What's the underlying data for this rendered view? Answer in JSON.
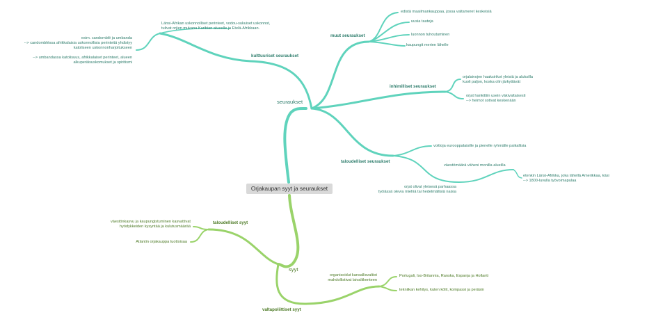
{
  "colors": {
    "teal": "#5fd3bc",
    "green": "#9ad36a",
    "teal_text": "#2e7d6c",
    "green_text": "#4c7a25",
    "central_bg": "#d9d9d9"
  },
  "central": "Orjakaupan syyt ja seuraukset",
  "seuraukset": {
    "label": "seuraukset",
    "kulttuuriset": {
      "label": "kulttuuriset seuraukset",
      "top_note": [
        "Länsi-Afrikan uskonnolliset perinteet, vodou-sukuiset uskonnot,",
        "tulivat orjien mukana Karibian alueelle ja Etelä-Afrikkaan."
      ],
      "mid_note": [
        "esim. candomblé ja umbanda",
        "--> candombléssa afrikkalaisia uskonnollisia perinteitä yhdistyy",
        "katoliseen uskonnonharjoitukseen"
      ],
      "bottom_note": [
        "--> umbandassa katolisuus, afrikkalaiset perinteet, alueen",
        "alkuperäisuskomukset ja spiritismi"
      ]
    },
    "muut": {
      "label": "muut seuraukset",
      "items": [
        "edistä maailmankauppaa, jossa valtameret keskeisiä",
        "uusia tauteja",
        "luonnon tuhoutuminen",
        "kaupungit merien lähelle"
      ]
    },
    "inhimilliset": {
      "label": "inhimilliset seuraukset",
      "note1": [
        "orjalaivojen haaksirikot yleisiä ja aluksilla",
        "kuoli paljon, koska olin järkyttävät"
      ],
      "note2": [
        "orjat hankittiin usein väkivaltaisesti",
        "--> heimot sotivat keskenään"
      ]
    },
    "taloudelliset": {
      "label": "taloudelliset seuraukset",
      "item1": "voittoja eurooppalaisille ja pienelle ryhmälle paikallisia",
      "item2": "väestömäärä väheni monilla alueilla",
      "item2_note": [
        "etenkin Länsi-Afrikka, joka lähellä Amerikkaa, käsi",
        "--> 1800-luvulla työvoimapulaa"
      ],
      "item3": [
        "orjat olivat yleisesä parhaassa",
        "työiässä olevia miehiä tai hedelmällisiä naisia"
      ]
    }
  },
  "syyt": {
    "label": "syyt",
    "taloudelliset": {
      "label": "taloudelliset syyt",
      "item1": [
        "väestönkasvu ja kaupungistuminen kasvattivat",
        "hyödykkeiden kysyntää ja kulutusmäärää"
      ],
      "item2": "Atlantin orjakauppa tuottoisaa"
    },
    "valtapoliittiset": {
      "label": "valtapoliittiset syyt",
      "note": [
        "organisoidut kansallisvaltiot",
        "mahdollistivat laivaliikenteen"
      ],
      "item1": "Portugali, Iso-Britannia, Ranska, Espanja ja Hollanti",
      "item2": "tekniikan kehitys, kuten kölit, kompassi ja peräsin"
    }
  }
}
